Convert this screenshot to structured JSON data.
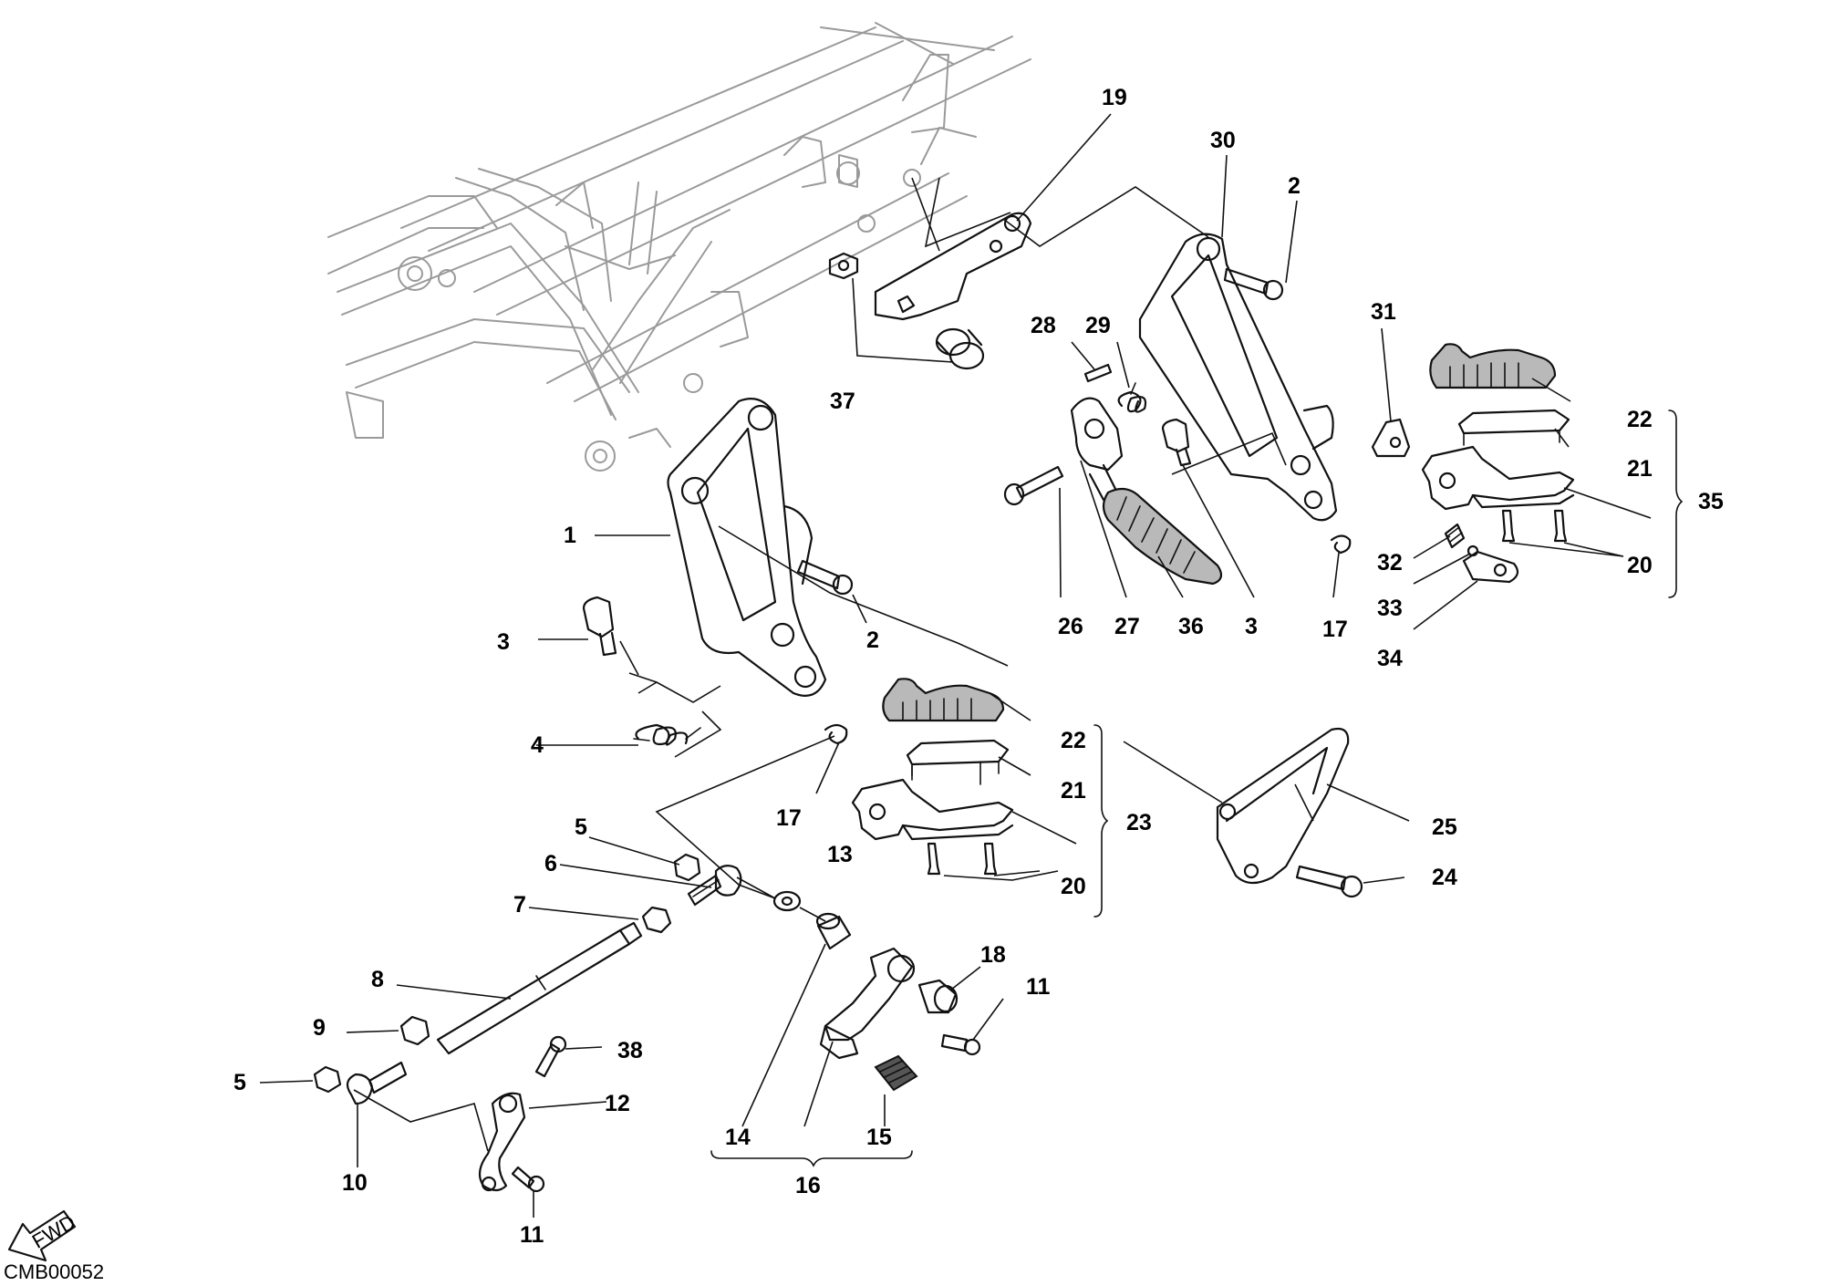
{
  "drawing_code": "CMB00052",
  "fwd_label": "FWD",
  "callouts": [
    "1",
    "2",
    "3",
    "4",
    "5",
    "6",
    "7",
    "8",
    "9",
    "10",
    "11",
    "12",
    "13",
    "14",
    "15",
    "16",
    "17",
    "18",
    "19",
    "20",
    "21",
    "22",
    "23",
    "24",
    "25",
    "26",
    "27",
    "28",
    "29",
    "30",
    "31",
    "32",
    "33",
    "34",
    "35",
    "36",
    "37",
    "38"
  ],
  "labels": {
    "n1": "1",
    "n2a": "2",
    "n2b": "2",
    "n3a": "3",
    "n3b": "3",
    "n4": "4",
    "n5a": "5",
    "n5b": "5",
    "n6": "6",
    "n7": "7",
    "n8": "8",
    "n9": "9",
    "n10": "10",
    "n11a": "11",
    "n11b": "11",
    "n12": "12",
    "n13": "13",
    "n14": "14",
    "n15": "15",
    "n16": "16",
    "n17a": "17",
    "n17b": "17",
    "n18": "18",
    "n19": "19",
    "n20a": "20",
    "n20b": "20",
    "n21a": "21",
    "n21b": "21",
    "n22a": "22",
    "n22b": "22",
    "n23": "23",
    "n24": "24",
    "n25": "25",
    "n26": "26",
    "n27": "27",
    "n28": "28",
    "n29": "29",
    "n30": "30",
    "n31": "31",
    "n32": "32",
    "n33": "33",
    "n34": "34",
    "n35": "35",
    "n36": "36",
    "n37": "37",
    "n38": "38"
  }
}
